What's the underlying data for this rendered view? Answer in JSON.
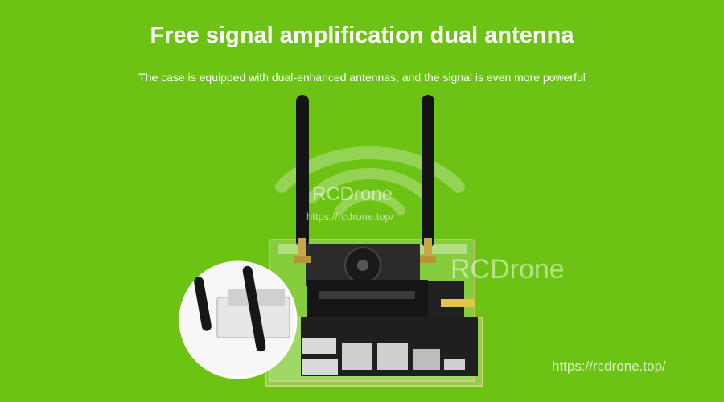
{
  "header": {
    "title": "Free signal amplification dual antenna",
    "subtitle": "The case is equipped with dual-enhanced antennas, and the signal is even more powerful"
  },
  "watermark": {
    "brand_1": "RCDrone",
    "url_1": "https://rcdrone.top/",
    "brand_2": "RCDrone",
    "url_2": "https://rcdrone.top/"
  },
  "colors": {
    "background": "#6cc313",
    "text": "#ffffff"
  }
}
